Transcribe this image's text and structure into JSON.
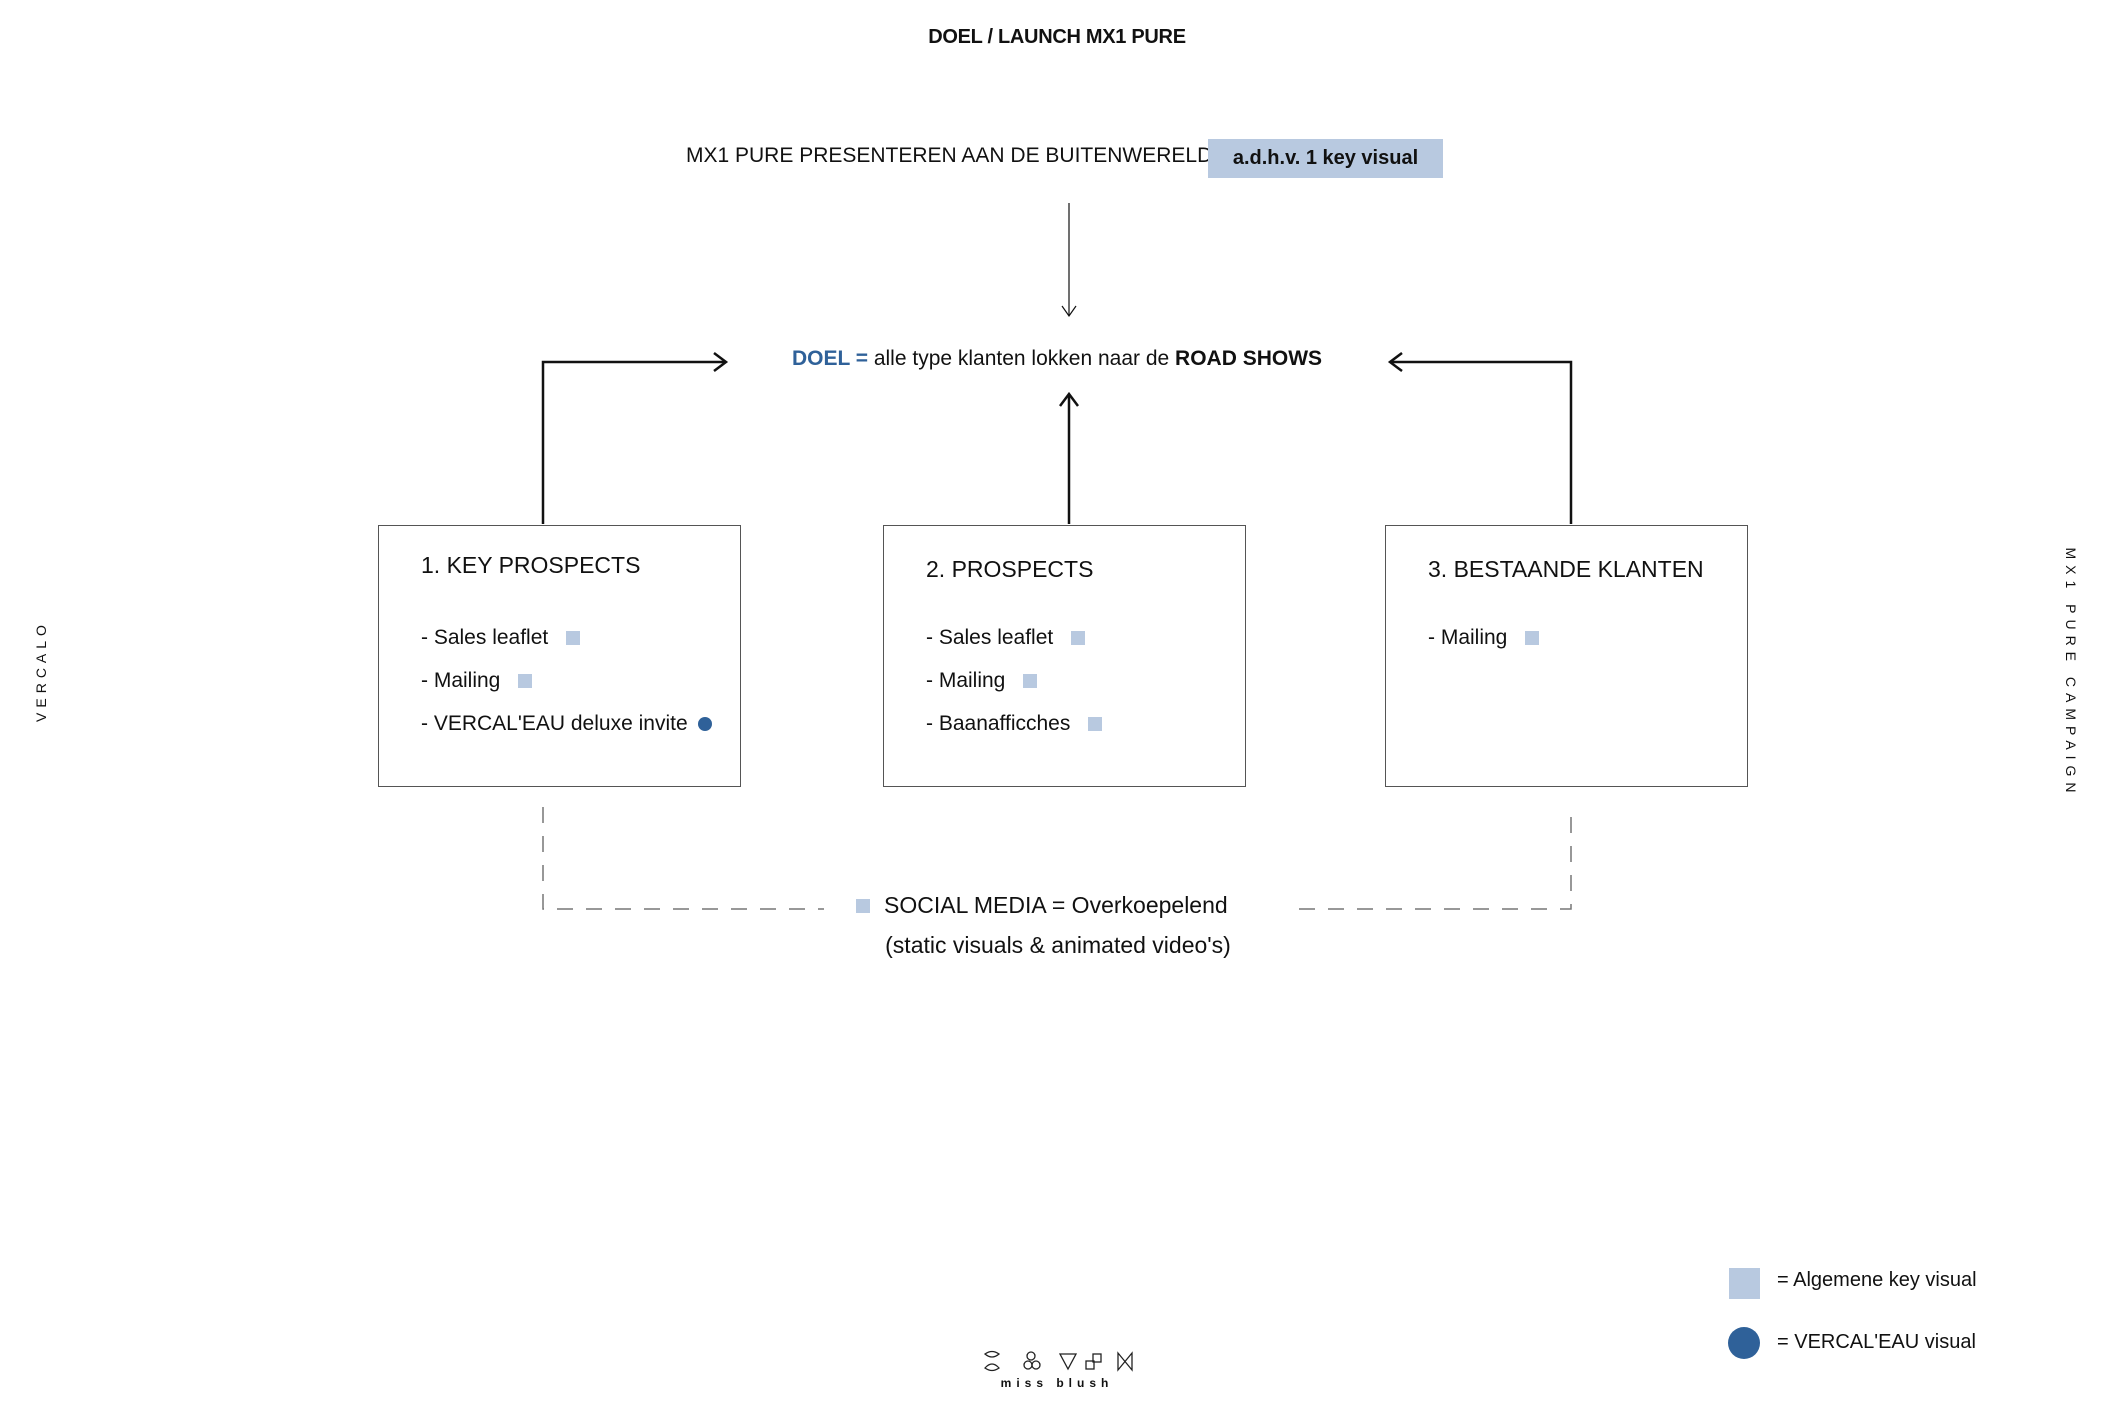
{
  "title": "DOEL / LAUNCH MX1 PURE",
  "presentation": {
    "text": "MX1 PURE PRESENTEREN AAN DE BUITENWERELD",
    "highlight": "a.d.h.v. 1 key visual"
  },
  "goal": {
    "label": "DOEL =",
    "text": " alle type klanten lokken naar de ",
    "emphasis": "ROAD SHOWS"
  },
  "boxes": [
    {
      "title": "1. KEY PROSPECTS",
      "items": [
        {
          "label": "- Sales leaflet",
          "marker": "square"
        },
        {
          "label": "- Mailing",
          "marker": "square"
        },
        {
          "label": "- VERCAL'EAU deluxe invite",
          "marker": "circle"
        }
      ]
    },
    {
      "title": "2. PROSPECTS",
      "items": [
        {
          "label": "- Sales leaflet",
          "marker": "square"
        },
        {
          "label": "- Mailing",
          "marker": "square"
        },
        {
          "label": "- Baanafficches",
          "marker": "square"
        }
      ]
    },
    {
      "title": "3. BESTAANDE KLANTEN",
      "items": [
        {
          "label": "- Mailing",
          "marker": "square"
        }
      ]
    }
  ],
  "social": {
    "line1": "SOCIAL MEDIA = Overkoepelend",
    "line2": "(static visuals & animated video's)"
  },
  "side_left": "VERCALO",
  "side_right": "MX1 PURE CAMPAIGN",
  "legend": [
    {
      "marker": "square",
      "label": "= Algemene key visual"
    },
    {
      "marker": "circle",
      "label": "= VERCAL'EAU visual"
    }
  ],
  "brand": {
    "name": "miss blush",
    "icons": [
      "double-arc-icon",
      "circles-icon",
      "triangle-icon",
      "squares-icon",
      "bowtie-icon"
    ]
  },
  "colors": {
    "key_visual": "#b8c9e0",
    "vercaleau": "#2f6199"
  }
}
